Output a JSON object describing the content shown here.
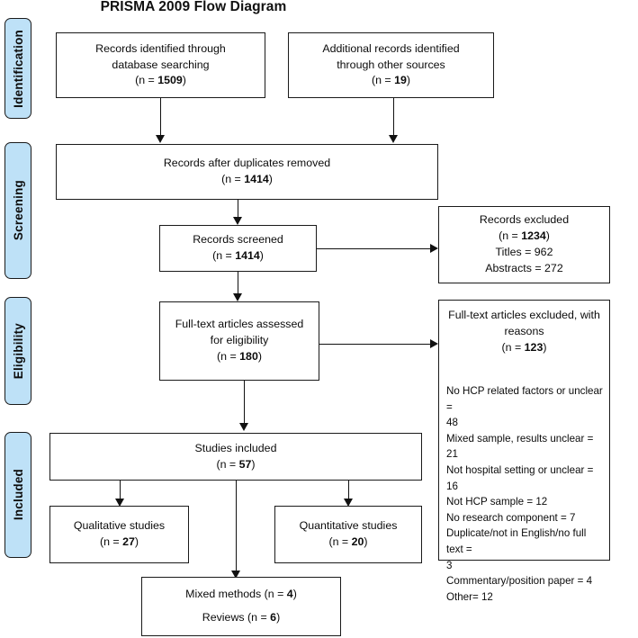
{
  "title": "PRISMA 2009 Flow Diagram",
  "colors": {
    "stage_label_fill": "#BEE1F7",
    "border": "#1a1a1a",
    "box_fill": "#ffffff",
    "text": "#0b0b0b"
  },
  "stages": [
    {
      "label": "Identification"
    },
    {
      "label": "Screening"
    },
    {
      "label": "Eligibility"
    },
    {
      "label": "Included"
    }
  ],
  "chart_data": {
    "type": "diagram",
    "title": "PRISMA 2009 Flow Diagram",
    "nodes": [
      {
        "id": "identified_db",
        "stage": "Identification",
        "label": "Records identified through database searching",
        "n": 1509
      },
      {
        "id": "identified_other",
        "stage": "Identification",
        "label": "Additional records identified through other sources",
        "n": 19
      },
      {
        "id": "after_duplicates",
        "stage": "Screening",
        "label": "Records after duplicates removed",
        "n": 1414
      },
      {
        "id": "screened",
        "stage": "Screening",
        "label": "Records screened",
        "n": 1414
      },
      {
        "id": "excluded",
        "stage": "Screening",
        "label": "Records excluded",
        "n": 1234,
        "breakdown": {
          "Titles": 962,
          "Abstracts": 272
        }
      },
      {
        "id": "fulltext_assessed",
        "stage": "Eligibility",
        "label": "Full-text articles assessed for eligibility",
        "n": 180
      },
      {
        "id": "fulltext_excluded",
        "stage": "Eligibility",
        "label": "Full-text articles excluded, with reasons",
        "n": 123,
        "reasons": [
          {
            "label": "No HCP related factors or unclear",
            "n": 48
          },
          {
            "label": "Mixed sample, results unclear",
            "n": 21
          },
          {
            "label": "Not hospital setting or unclear",
            "n": 16
          },
          {
            "label": "Not HCP sample",
            "n": 12
          },
          {
            "label": "No research component",
            "n": 7
          },
          {
            "label": "Duplicate/not in English/no full text",
            "n": 3
          },
          {
            "label": "Commentary/position paper",
            "n": 4
          },
          {
            "label": "Other",
            "n": 12
          }
        ]
      },
      {
        "id": "studies_included",
        "stage": "Included",
        "label": "Studies included",
        "n": 57
      },
      {
        "id": "qualitative",
        "stage": "Included",
        "label": "Qualitative studies",
        "n": 27
      },
      {
        "id": "quantitative",
        "stage": "Included",
        "label": "Quantitative studies",
        "n": 20
      },
      {
        "id": "mixed_reviews",
        "stage": "Included",
        "label": "Mixed methods / Reviews",
        "mixed_methods": 4,
        "reviews": 6
      }
    ],
    "edges": [
      {
        "from": "identified_db",
        "to": "after_duplicates"
      },
      {
        "from": "identified_other",
        "to": "after_duplicates"
      },
      {
        "from": "after_duplicates",
        "to": "screened"
      },
      {
        "from": "screened",
        "to": "excluded"
      },
      {
        "from": "screened",
        "to": "fulltext_assessed"
      },
      {
        "from": "fulltext_assessed",
        "to": "fulltext_excluded"
      },
      {
        "from": "fulltext_assessed",
        "to": "studies_included"
      },
      {
        "from": "studies_included",
        "to": "qualitative"
      },
      {
        "from": "studies_included",
        "to": "quantitative"
      },
      {
        "from": "studies_included",
        "to": "mixed_reviews"
      }
    ]
  },
  "boxes": {
    "identified_db": {
      "line1": "Records identified through",
      "line2": "database searching",
      "line3_prefix": "(n = ",
      "line3_value": "1509",
      "line3_suffix": ")"
    },
    "identified_other": {
      "line1": "Additional records identified",
      "line2": "through other sources",
      "line3_prefix": "(n = ",
      "line3_value": "19",
      "line3_suffix": ")"
    },
    "after_duplicates": {
      "line1": "Records after duplicates removed",
      "line2_prefix": "(n = ",
      "line2_value": "1414",
      "line2_suffix": ")"
    },
    "screened": {
      "line1": "Records screened",
      "line2_prefix": "(n = ",
      "line2_value": "1414",
      "line2_suffix": ")"
    },
    "excluded": {
      "line1": "Records excluded",
      "line2_prefix": "(n = ",
      "line2_value": "1234",
      "line2_suffix": ")",
      "line3": "Titles = 962",
      "line4": "Abstracts = 272"
    },
    "fulltext_assessed": {
      "line1": "Full-text articles assessed",
      "line2": "for eligibility",
      "line3_prefix": "(n = ",
      "line3_value": "180",
      "line3_suffix": ")"
    },
    "fulltext_excluded": {
      "line1": "Full-text articles excluded, with",
      "line2": "reasons",
      "line3_prefix": "(n = ",
      "line3_value": "123",
      "line3_suffix": ")",
      "reason1": "No HCP related factors or unclear =",
      "reason1b": "48",
      "reason2": "Mixed sample, results unclear = 21",
      "reason3": "Not hospital setting or unclear = 16",
      "reason4": "Not HCP sample = 12",
      "reason5": "No research component = 7",
      "reason6": "Duplicate/not in English/no full text =",
      "reason6b": "3",
      "reason7": "Commentary/position paper = 4",
      "reason8": "Other= 12"
    },
    "studies_included": {
      "line1": "Studies included",
      "line2_prefix": "(n = ",
      "line2_value": "57",
      "line2_suffix": ")"
    },
    "qualitative": {
      "line1": "Qualitative studies",
      "line2_prefix": "(n = ",
      "line2_value": "27",
      "line2_suffix": ")"
    },
    "quantitative": {
      "line1": "Quantitative studies",
      "line2_prefix": "(n = ",
      "line2_value": "20",
      "line2_suffix": ")"
    },
    "mixed_reviews": {
      "line1_prefix": "Mixed methods (n = ",
      "line1_value": "4",
      "line1_suffix": ")",
      "line2_prefix": "Reviews (n = ",
      "line2_value": "6",
      "line2_suffix": ")"
    }
  }
}
